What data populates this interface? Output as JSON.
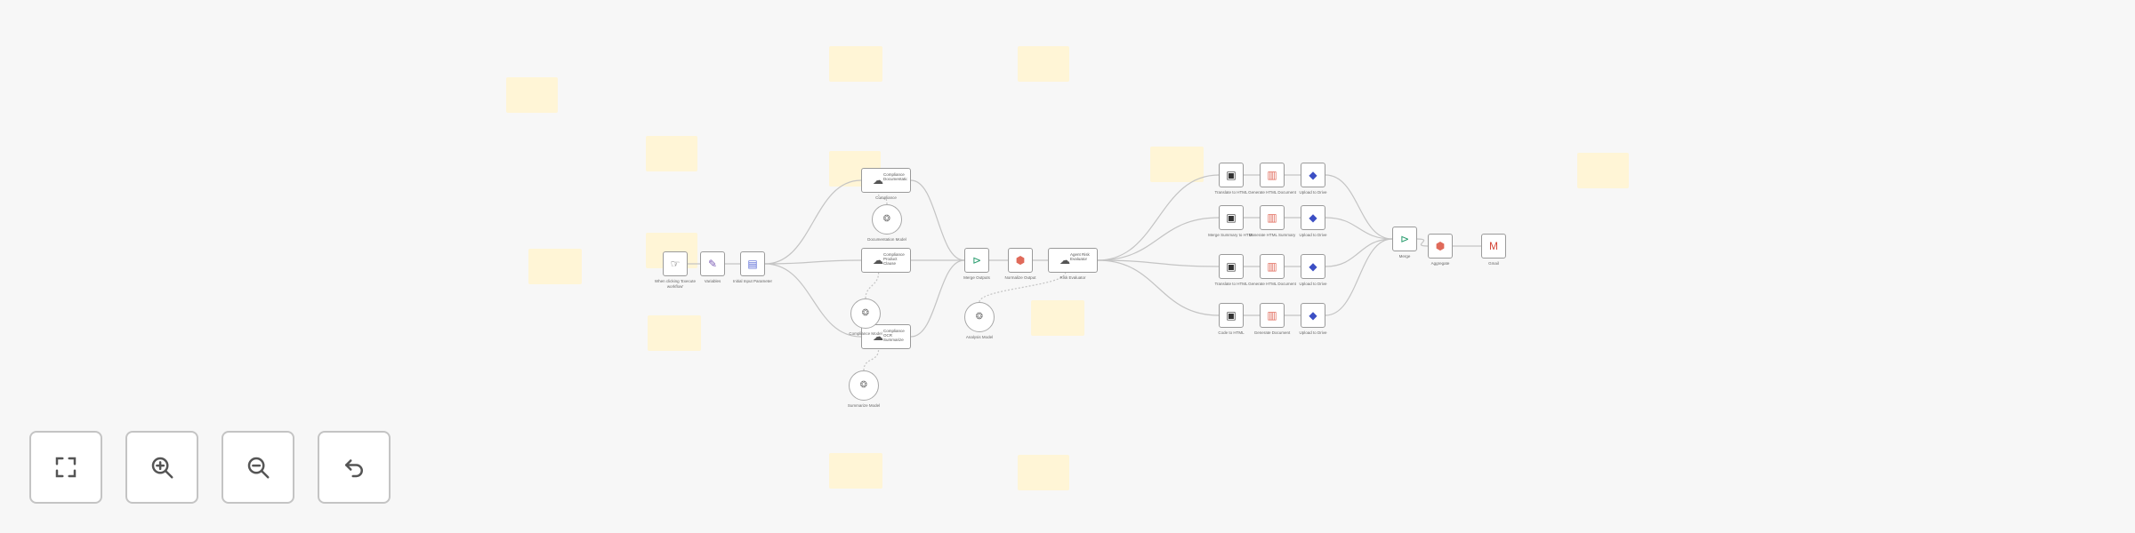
{
  "canvas": {
    "background": "#f7f7f7",
    "edge_color": "#c4c4c4",
    "sticky_color": "#fff5d6"
  },
  "nodes": [
    {
      "id": "n1",
      "kind": "square",
      "icon": "cursor-icon",
      "icon_glyph": "☞",
      "icon_color": "#555555",
      "label": "When clicking 'Execute workflow'"
    },
    {
      "id": "n2",
      "kind": "square",
      "icon": "edit-icon",
      "icon_glyph": "✎",
      "icon_color": "#7a5bb5",
      "label": "Variables"
    },
    {
      "id": "n3",
      "kind": "square",
      "icon": "form-icon",
      "icon_glyph": "▤",
      "icon_color": "#5b6bd6",
      "label": "Initial Input Parameter"
    },
    {
      "id": "n4",
      "kind": "wide",
      "icon": "cloud-ai-icon",
      "icon_glyph": "☁",
      "icon_color": "#555555",
      "text": "Compliance Documentation",
      "label": "Compliance"
    },
    {
      "id": "n5",
      "kind": "wide",
      "icon": "cloud-ai-icon",
      "icon_glyph": "☁",
      "icon_color": "#555555",
      "text": "Compliance Product Clause",
      "label": ""
    },
    {
      "id": "n6",
      "kind": "wide",
      "icon": "cloud-ai-icon",
      "icon_glyph": "☁",
      "icon_color": "#555555",
      "text": "Compliance OCR Summarize",
      "label": ""
    },
    {
      "id": "n7",
      "kind": "square",
      "icon": "merge-icon",
      "icon_glyph": "⊳",
      "icon_color": "#2a9d6f",
      "label": "Merge Outputs"
    },
    {
      "id": "n8",
      "kind": "square",
      "icon": "code-icon",
      "icon_glyph": "⬢",
      "icon_color": "#e06a5a",
      "label": "Normalize Output"
    },
    {
      "id": "n9",
      "kind": "wide",
      "icon": "cloud-ai-icon",
      "icon_glyph": "☁",
      "icon_color": "#555555",
      "text": "Agent Risk Evaluator",
      "label": "Risk Evaluator"
    },
    {
      "id": "n10",
      "kind": "square",
      "icon": "terminal-icon",
      "icon_glyph": "▣",
      "icon_color": "#333333",
      "label": "Translate to HTML"
    },
    {
      "id": "n11",
      "kind": "square",
      "icon": "file-icon",
      "icon_glyph": "▥",
      "icon_color": "#e06a5a",
      "label": "Generate HTML Document"
    },
    {
      "id": "n12",
      "kind": "square",
      "icon": "upload-icon",
      "icon_glyph": "◆",
      "icon_color": "#3c4fc4",
      "label": "Upload to Drive"
    },
    {
      "id": "n13",
      "kind": "square",
      "icon": "terminal-icon",
      "icon_glyph": "▣",
      "icon_color": "#333333",
      "label": "Merge Summary to HTML"
    },
    {
      "id": "n14",
      "kind": "square",
      "icon": "file-icon",
      "icon_glyph": "▥",
      "icon_color": "#e06a5a",
      "label": "Generate HTML Summary"
    },
    {
      "id": "n15",
      "kind": "square",
      "icon": "upload-icon",
      "icon_glyph": "◆",
      "icon_color": "#3c4fc4",
      "label": "Upload to Drive"
    },
    {
      "id": "n16",
      "kind": "square",
      "icon": "terminal-icon",
      "icon_glyph": "▣",
      "icon_color": "#333333",
      "label": "Translate to HTML"
    },
    {
      "id": "n17",
      "kind": "square",
      "icon": "file-icon",
      "icon_glyph": "▥",
      "icon_color": "#e06a5a",
      "label": "Generate HTML Document"
    },
    {
      "id": "n18",
      "kind": "square",
      "icon": "upload-icon",
      "icon_glyph": "◆",
      "icon_color": "#3c4fc4",
      "label": "Upload to Drive"
    },
    {
      "id": "n19",
      "kind": "square",
      "icon": "terminal-icon",
      "icon_glyph": "▣",
      "icon_color": "#333333",
      "label": "Code to HTML"
    },
    {
      "id": "n20",
      "kind": "square",
      "icon": "file-icon",
      "icon_glyph": "▥",
      "icon_color": "#e06a5a",
      "label": "Generate Document"
    },
    {
      "id": "n21",
      "kind": "square",
      "icon": "upload-icon",
      "icon_glyph": "◆",
      "icon_color": "#3c4fc4",
      "label": "Upload to Drive"
    },
    {
      "id": "n22",
      "kind": "square",
      "icon": "merge-icon",
      "icon_glyph": "⊳",
      "icon_color": "#2a9d6f",
      "label": "Merge"
    },
    {
      "id": "n23",
      "kind": "square",
      "icon": "code-icon",
      "icon_glyph": "⬢",
      "icon_color": "#e06a5a",
      "label": "Aggregate"
    },
    {
      "id": "n24",
      "kind": "square",
      "icon": "gmail-icon",
      "icon_glyph": "M",
      "icon_color": "#d44638",
      "label": "Gmail"
    }
  ],
  "sub_nodes": [
    {
      "id": "s1",
      "icon": "model-icon",
      "icon_glyph": "❂",
      "label": "Documentation Model"
    },
    {
      "id": "s2",
      "icon": "model-icon",
      "icon_glyph": "❂",
      "label": "Compliance Model"
    },
    {
      "id": "s3",
      "icon": "model-icon",
      "icon_glyph": "❂",
      "label": "Summarize Model"
    },
    {
      "id": "s4",
      "icon": "model-icon",
      "icon_glyph": "❂",
      "label": "Analysis Model"
    }
  ],
  "controls": {
    "fit_view": "fit-view-icon",
    "zoom_in": "zoom-in-icon",
    "zoom_out": "zoom-out-icon",
    "reset_zoom": "reset-zoom-icon"
  }
}
